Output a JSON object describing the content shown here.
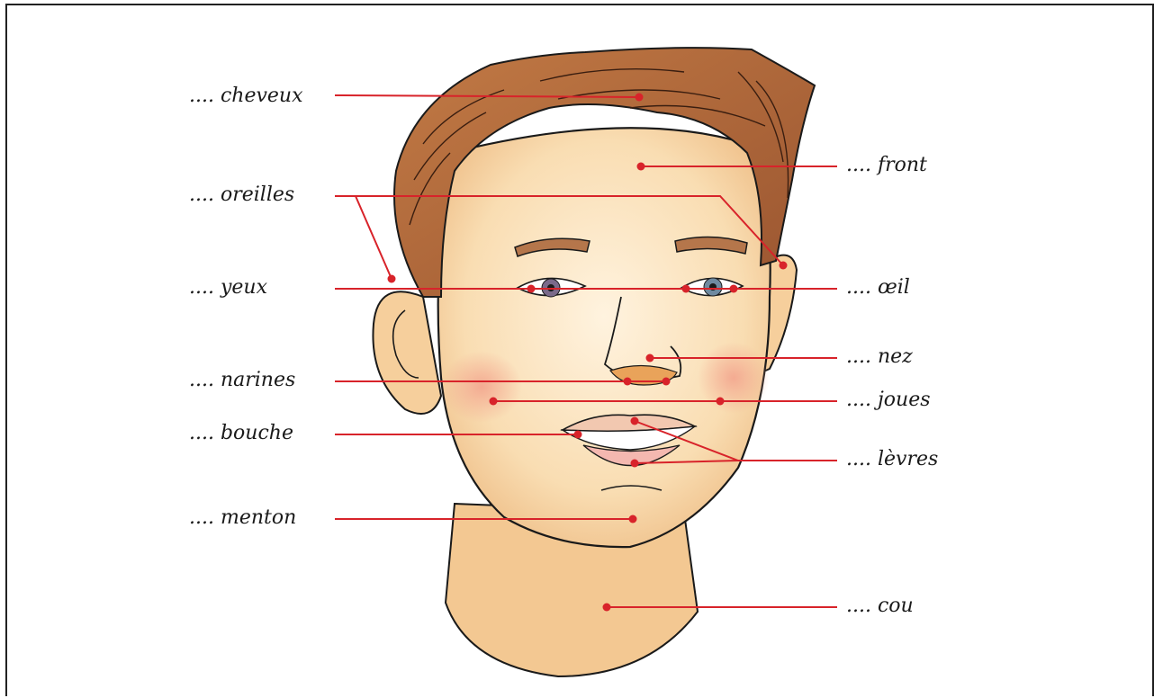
{
  "labels": {
    "cheveux": ".... cheveux",
    "oreilles": ".... oreilles",
    "yeux": ".... yeux",
    "narines": ".... narines",
    "bouche": ".... bouche",
    "menton": ".... menton",
    "front": ".... front",
    "oeil": ".... œil",
    "nez": ".... nez",
    "joues": ".... joues",
    "levres": ".... lèvres",
    "cou": ".... cou"
  },
  "colors": {
    "leader_line": "#d8232a",
    "skin": "#f8dcb0",
    "hair": "#b5673a",
    "outline": "#1a1a1a"
  }
}
